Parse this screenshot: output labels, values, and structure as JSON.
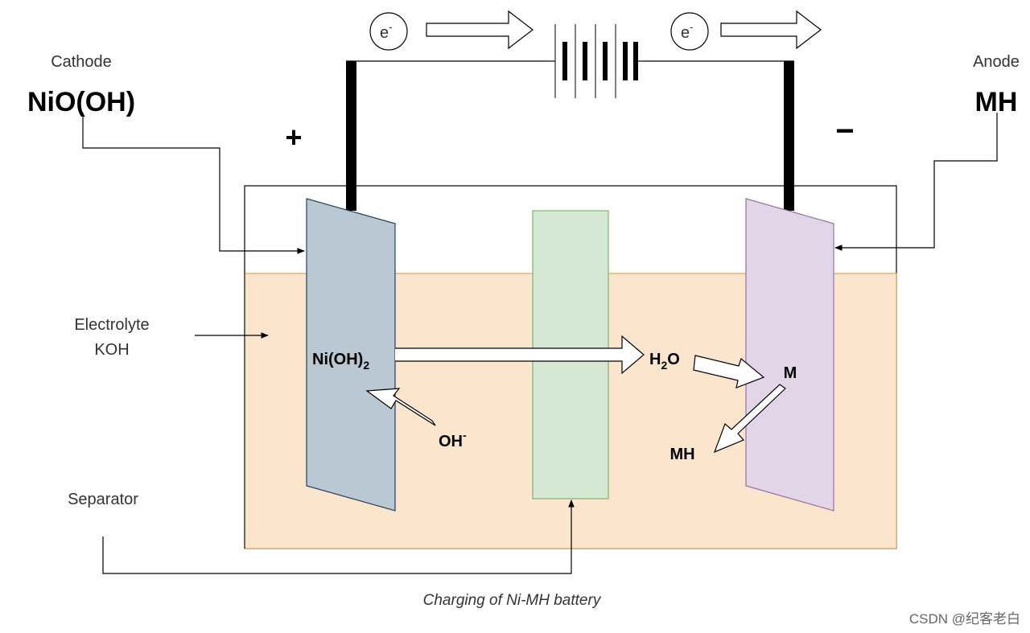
{
  "labels": {
    "cathode_title": "Cathode",
    "cathode_formula": "NiO(OH)",
    "anode_title": "Anode",
    "anode_formula": "MH",
    "plus_sign": "+",
    "minus_sign": "−",
    "electron": "e",
    "electron_charge": "-",
    "electrolyte_line1": "Electrolyte",
    "electrolyte_line2": "KOH",
    "nickel_hydroxide_base": "Ni(OH)",
    "nickel_hydroxide_sub": "2",
    "hydroxide_base": "OH",
    "hydroxide_charge": "-",
    "water_h": "H",
    "water_sub": "2",
    "water_o": "O",
    "metal": "M",
    "metal_hydride": "MH",
    "separator": "Separator",
    "caption": "Charging of Ni-MH battery",
    "watermark": "CSDN @纪客老白"
  },
  "colors": {
    "electrolyte_fill": "#fbe5cd",
    "electrolyte_stroke": "#d6a65a",
    "cathode_plate_fill": "#bac8d3",
    "cathode_plate_stroke": "#23445d",
    "separator_fill": "#d5e8d4",
    "separator_stroke": "#82b366",
    "anode_plate_fill": "#e1d5e7",
    "anode_plate_stroke": "#9673a6",
    "wire": "#000000"
  }
}
